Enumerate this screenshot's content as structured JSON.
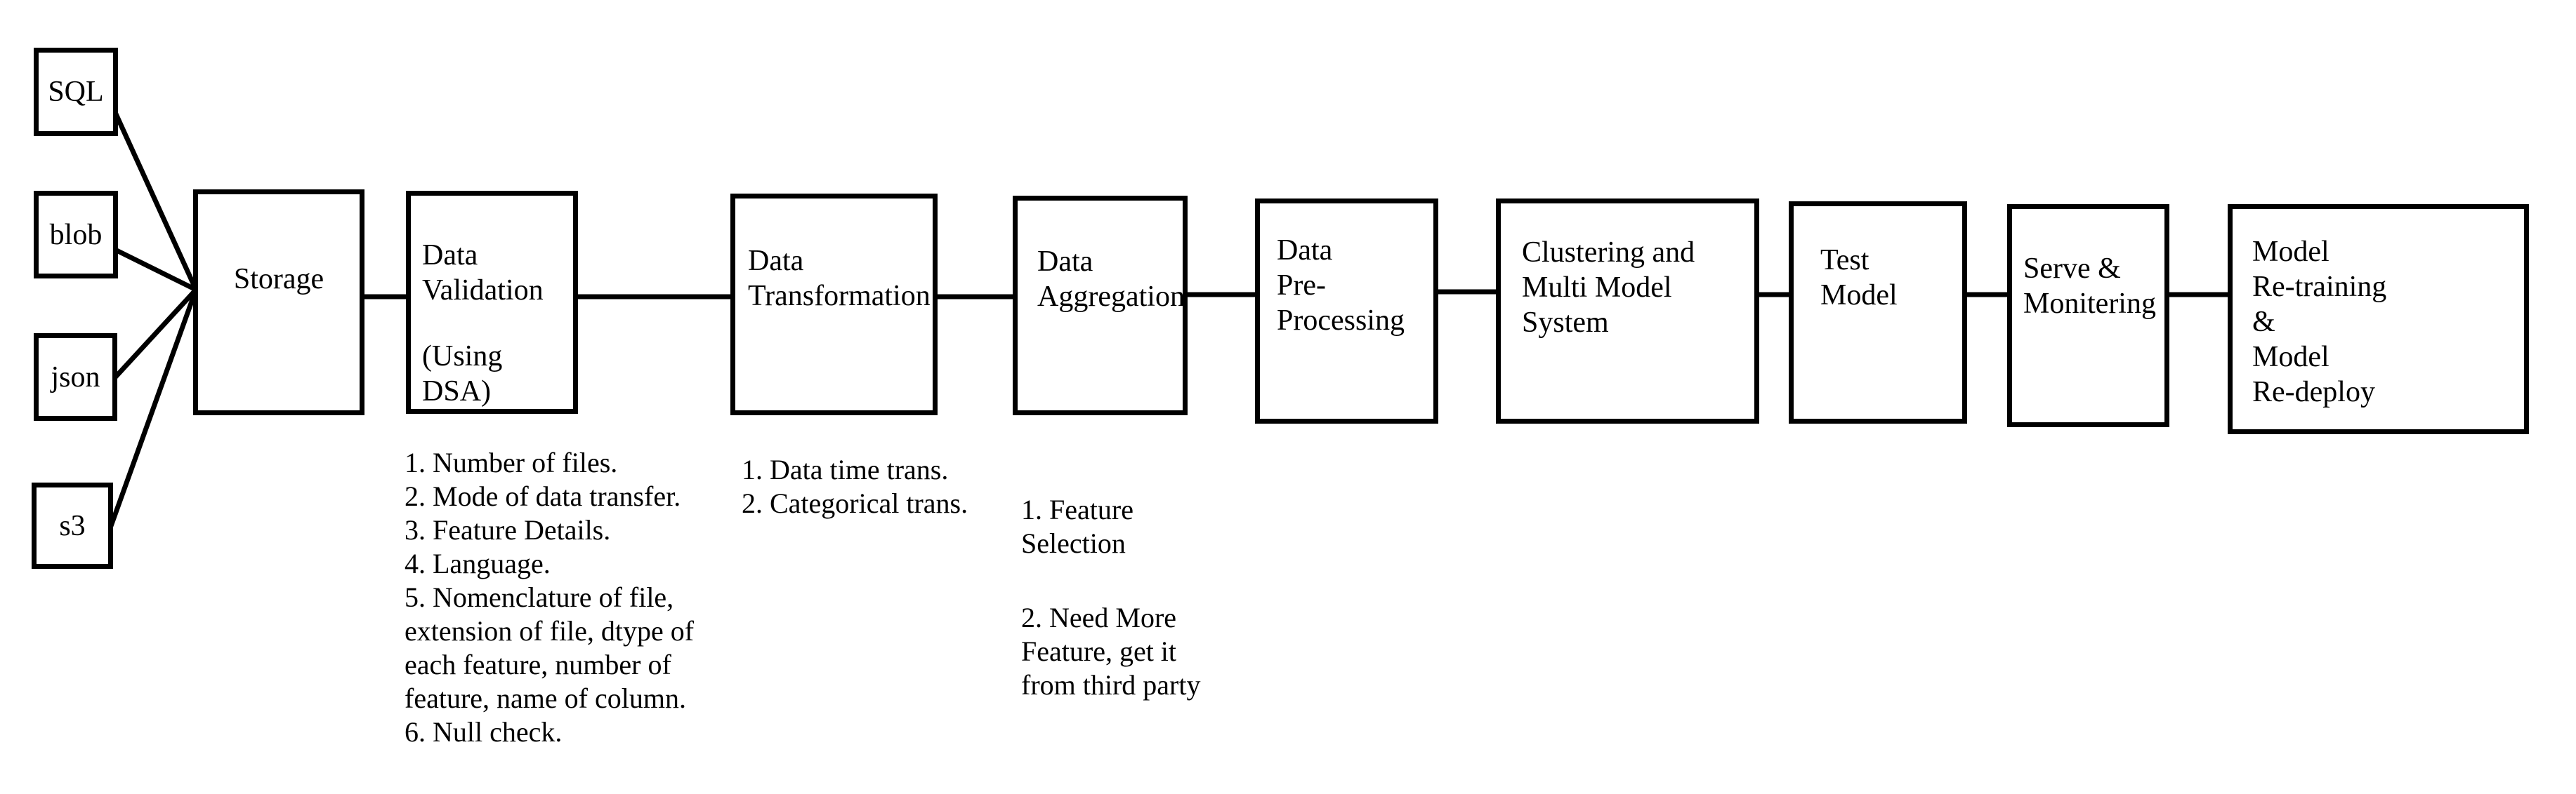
{
  "sources": {
    "sql": {
      "label": "SQL"
    },
    "blob": {
      "label": "blob"
    },
    "json": {
      "label": "json"
    },
    "s3": {
      "label": "s3"
    }
  },
  "pipeline": {
    "storage": {
      "label": "Storage"
    },
    "validation": {
      "label": "Data\nValidation",
      "sublabel": "(Using DSA)",
      "notes": "1. Number of files.\n2. Mode of data transfer.\n3. Feature Details.\n4. Language.\n5. Nomenclature of file,\nextension of file, dtype of\neach feature, number of\nfeature, name of column.\n6. Null check."
    },
    "transformation": {
      "label": "Data\nTransformation",
      "notes": "1. Data time trans.\n2. Categorical trans."
    },
    "aggregation": {
      "label": "Data\nAggregation",
      "notes": [
        "1. Feature\nSelection",
        "2. Need More\nFeature, get it\nfrom third party"
      ]
    },
    "preprocessing": {
      "label": "Data\nPre-\nProcessing"
    },
    "clustering": {
      "label": "Clustering and\nMulti Model\nSystem"
    },
    "test_model": {
      "label": "Test\nModel"
    },
    "serve": {
      "label": "Serve &\nMonitering"
    },
    "retraining": {
      "label": "Model\nRe-training\n&\nModel\nRe-deploy"
    }
  },
  "colors": {
    "ink": "#000000",
    "background": "#ffffff"
  }
}
